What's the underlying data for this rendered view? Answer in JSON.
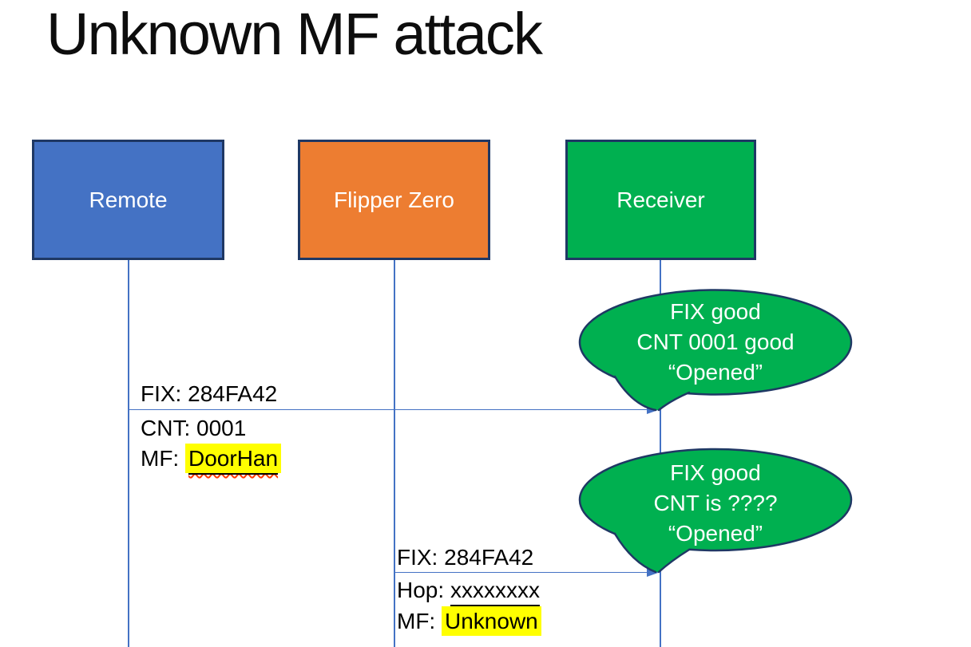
{
  "title": "Unknown MF attack",
  "palette": {
    "remote_fill": "#4472C4",
    "flipper_fill": "#ED7D31",
    "receiver_fill": "#00B050",
    "box_border": "#1F3864",
    "line_blue": "#4472C4",
    "bubble_fill": "#00B050",
    "bubble_border": "#1F3864",
    "highlight_yellow": "#FFFF00",
    "squiggle_red": "#ff3b00",
    "text_white": "#ffffff",
    "text_black": "#000000"
  },
  "actors": [
    {
      "label": "Remote",
      "fill": "#4472C4"
    },
    {
      "label": "Flipper Zero",
      "fill": "#ED7D31"
    },
    {
      "label": "Receiver",
      "fill": "#00B050"
    }
  ],
  "messages": [
    {
      "from": "Remote",
      "to": "Receiver",
      "fix": "FIX: 284FA42",
      "cnt": "CNT: 0001",
      "mf_prefix": "MF:",
      "mf_value": "DoorHan"
    },
    {
      "from": "Flipper Zero",
      "to": "Receiver",
      "fix": "FIX: 284FA42",
      "hop_prefix": "Hop:",
      "hop_value": "xxxxxxxx",
      "mf_prefix": "MF:",
      "mf_value": "Unknown"
    }
  ],
  "bubbles": [
    {
      "lines": [
        "FIX good",
        "CNT 0001 good",
        "“Opened”"
      ]
    },
    {
      "lines": [
        "FIX good",
        "CNT is ????",
        "“Opened”"
      ]
    }
  ]
}
